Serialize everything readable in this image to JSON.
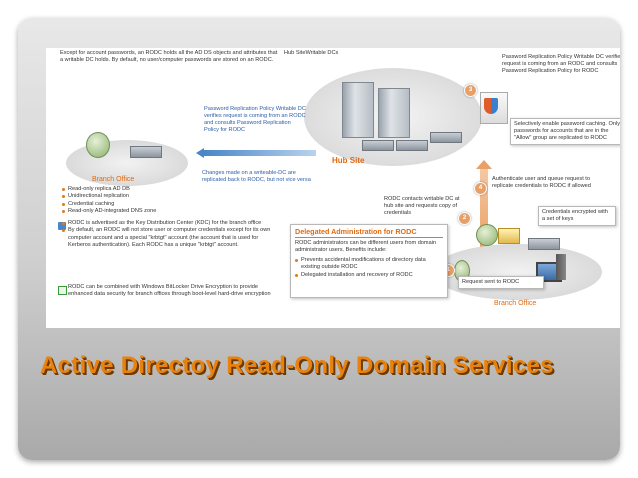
{
  "diagram": {
    "top_left_text": "Except for account passwords, an RODC holds all the AD DS objects and attributes that a writable DC holds. By default, no user/computer passwords are stored on an RODC.",
    "hub_writable_label": "Hub SiteWritable DCs",
    "hub_site_label": "Hub Site",
    "branch_office_left_label": "Branch Office",
    "branch_office_right_label": "Branch Office",
    "left_callout_top": "Password Replication Policy Writable DC verifies request is coming from an RODC and consults Password Replication Policy for RODC",
    "left_callout_bottom": "Changes made on a writeable-DC are replicated back to RODC, but not vice versa",
    "right_policy_text": "Password Replication Policy Writable DC verifies request is coming from an RODC and consults Password Replication Policy for RODC",
    "selective_box": "Selectively enable password caching. Only passwords for accounts that are in the \"Allow\" group are replicated to RODC",
    "authenticate_text": "Authenticate user and queue request to replicate credentials to RODC if allowed",
    "rodc_contacts_text": "RODC contacts writable DC at hub site and requests copy of credentials",
    "credentials_box": "Credentials encrypted with a set of keys",
    "request_sent_label": "Request sent to RODC",
    "branch_features": [
      "Read-only replica AD DB",
      "Unidirectional replication",
      "Credential caching",
      "Read-only AD-integrated DNS zone"
    ],
    "kdc_bullets": [
      "RODC is advertised as the Key Distribution Center (KDC) for the branch office",
      "By default, an RODC will not store user or computer credentials except for its own computer account and a special \"krbtgt\" account (the account that is used for Kerberos authentication). Each RODC has a unique \"krbtgt\" account."
    ],
    "bitlocker_text": "RODC can be combined with Windows BitLocker Drive Encryption to provide enhanced data security for branch offices through boot-level hard-drive encryption",
    "delegated_box": {
      "title": "Delegated Administration for RODC",
      "intro": "RODC administrators can be different users from domain administrator users. Benefits include:",
      "items": [
        "Prevents accidental modifications of directory data existing outside RODC",
        "Delegated installation and recovery of RODC"
      ]
    },
    "step_numbers": [
      "1",
      "2",
      "3",
      "4"
    ]
  },
  "slide_title": "Active Directoy Read-Only Domain Services",
  "colors": {
    "accent_orange": "#e8820d",
    "blue_text": "#2a5ea8",
    "arrow_orange": "#e9a066"
  }
}
